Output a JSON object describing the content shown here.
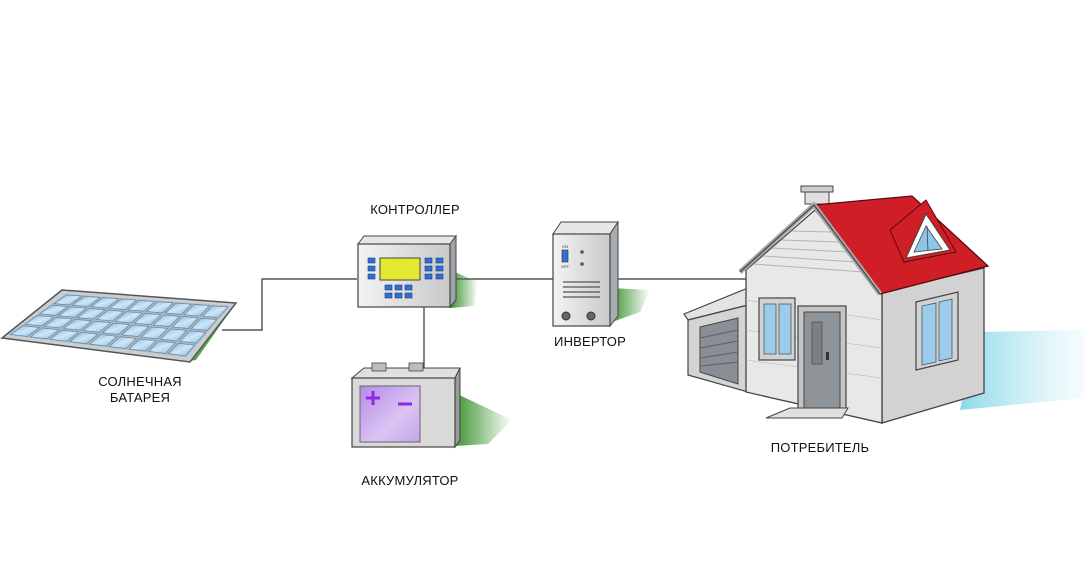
{
  "labels": {
    "solar_line1": "СОЛНЕЧНАЯ",
    "solar_line2": "БАТАРЕЯ",
    "controller": "КОНТРОЛЛЕР",
    "inverter": "ИНВЕРТОР",
    "battery": "АККУМУЛЯТОР",
    "consumer": "ПОТРЕБИТЕЛЬ"
  },
  "inverter_panel": {
    "on": "ON",
    "off": "OFF"
  },
  "colors": {
    "wire": "#333333",
    "panel_cell": "#9ec9ea",
    "panel_frame": "#c9ced3",
    "shadow_green": "#3a9a2a",
    "battery_front": "#c8a6ea",
    "battery_symbols": "#8a2be2",
    "roof": "#d01e27",
    "house_wall": "#d9d9d9",
    "controller_screen": "#e3e831",
    "controller_buttons": "#2f6fd6"
  }
}
